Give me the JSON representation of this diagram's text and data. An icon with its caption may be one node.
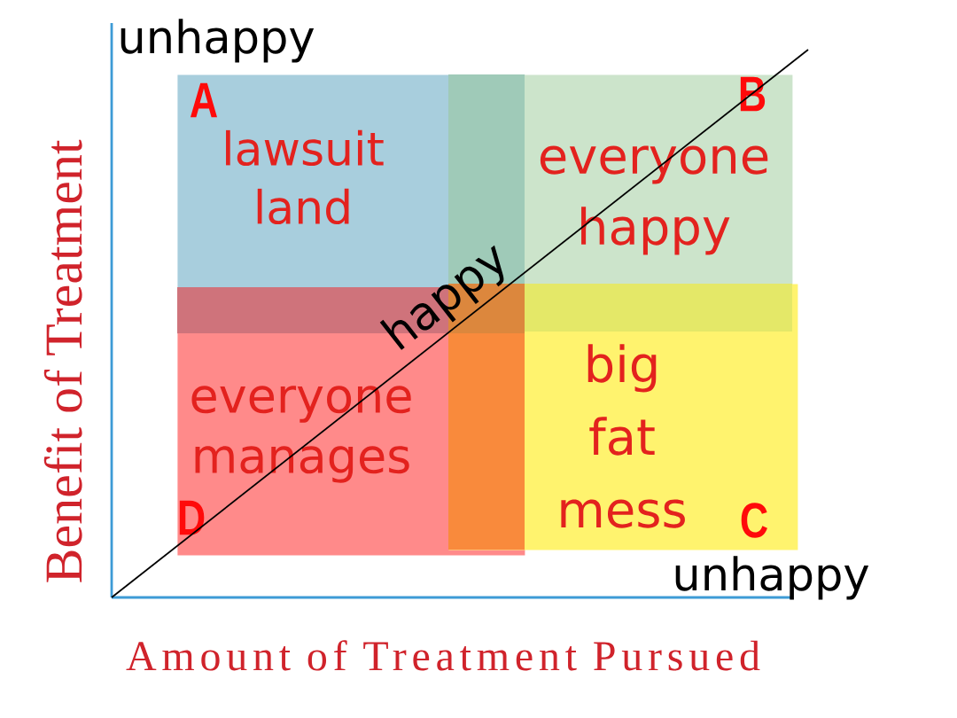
{
  "diagram": {
    "nodes": [
      {
        "text": [
          "A",
          "lawsuit land"
        ]
      },
      {
        "text": [
          "B",
          "everyone happy"
        ]
      },
      {
        "text": [
          "everyone manages",
          "D"
        ]
      },
      {
        "text": [
          "big fat mess",
          "C"
        ]
      }
    ],
    "labels": [
      "unhappy",
      "Benefit of Treatment",
      "happy",
      "unhappy",
      "Amount of Treatment Pursued"
    ]
  }
}
